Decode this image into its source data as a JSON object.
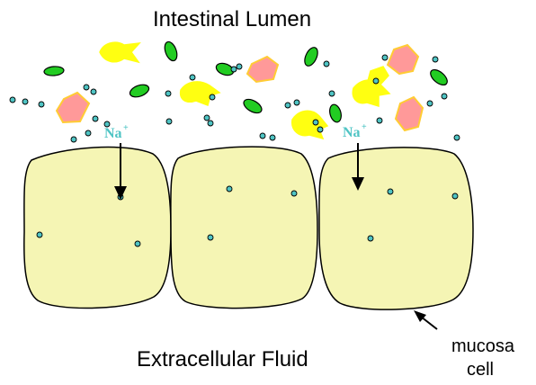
{
  "title": "Intestinal Lumen",
  "bottom_label": "Extracellular Fluid",
  "cell_label": "mucosa cell",
  "ion_label": {
    "symbol": "Na",
    "charge": "+"
  },
  "colors": {
    "cell_fill": "#f5f5b4",
    "ion_color": "#4fc4c4",
    "glucose_fill": "#ff9999",
    "green_fill": "#22cc22",
    "yellow_fill": "#ffff11"
  }
}
